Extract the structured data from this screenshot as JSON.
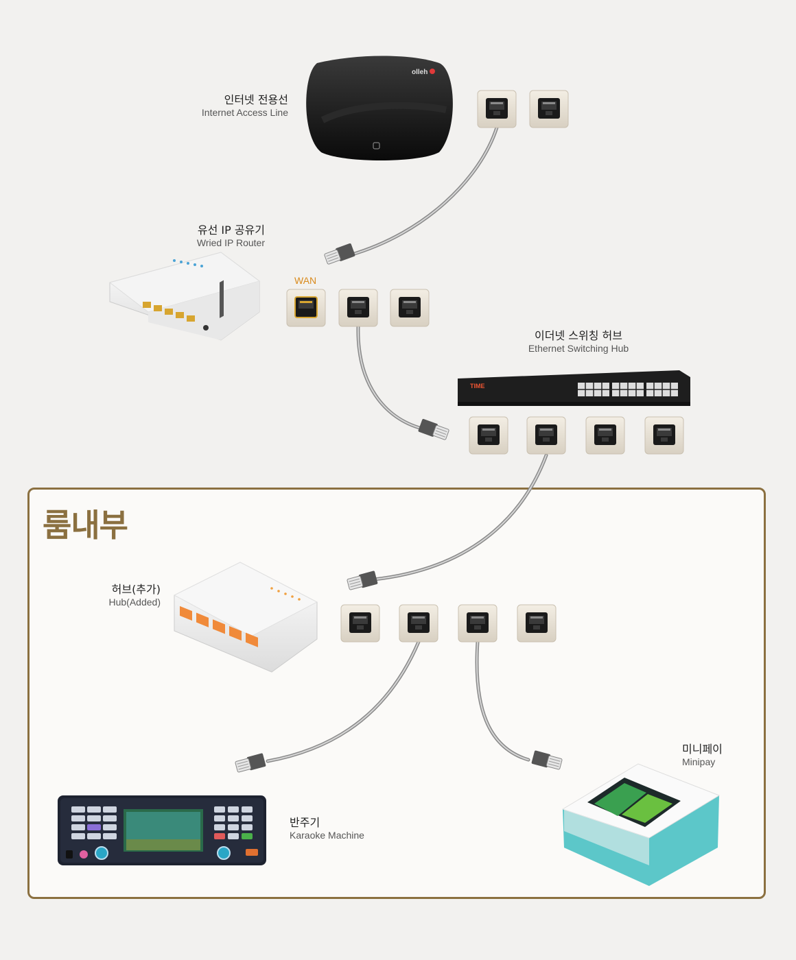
{
  "devices": {
    "internet": {
      "ko": "인터넷 전용선",
      "en": "Internet Access Line",
      "brand": "olleh"
    },
    "router": {
      "ko": "유선 IP 공유기",
      "en": "Wried IP Router",
      "wan": "WAN"
    },
    "hub": {
      "ko": "이더넷 스위칭 허브",
      "en": "Ethernet Switching Hub",
      "brand": "TIME"
    },
    "added_hub": {
      "ko": "허브(추가)",
      "en": "Hub(Added)"
    },
    "karaoke": {
      "ko": "반주기",
      "en": "Karaoke Machine"
    },
    "minipay": {
      "ko": "미니페이",
      "en": "Minipay"
    }
  },
  "room": {
    "title": "룸내부"
  },
  "colors": {
    "accent": "#8b7040",
    "wan": "#d98a1c",
    "cable": "#9a9a9a",
    "minipay_teal": "#5cc7c9"
  }
}
